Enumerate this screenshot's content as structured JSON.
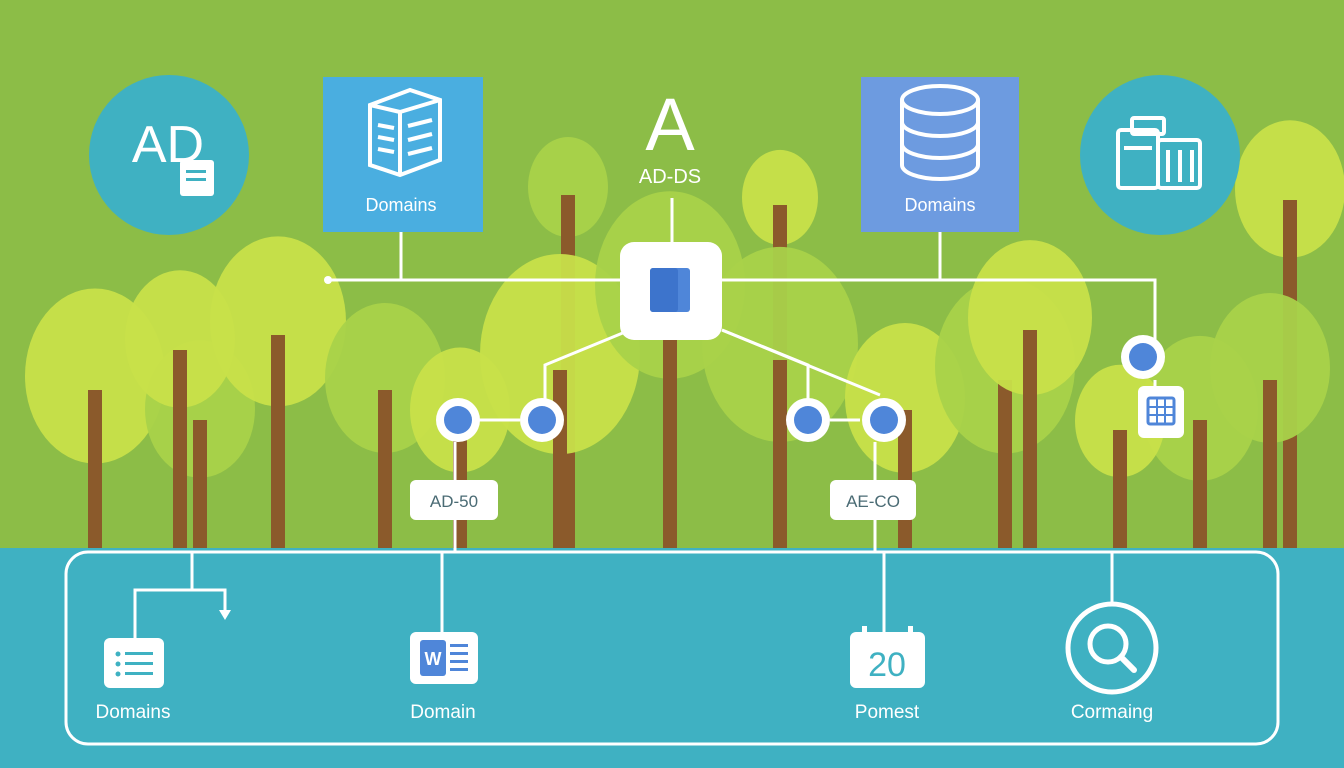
{
  "colors": {
    "background": "#8cbd47",
    "panel": "#3fb1c2",
    "node_blue": "#4f86d9",
    "card_left": "#4aaee0",
    "card_right": "#6d9be0",
    "trunk": "#8b5a2b",
    "leaf_light": "#c8e04a",
    "leaf_mid": "#a9d24a"
  },
  "header": {
    "ad_badge": "AD",
    "title_glyph": "A",
    "title_text": "AD-DS"
  },
  "cards": {
    "left_label": "Domains",
    "left_icon": "server-icon",
    "right_label": "Domains",
    "right_icon": "database-icon",
    "right_circle_icon": "building-icon",
    "hub_icon": "document-icon"
  },
  "tags": {
    "left": "AD-50",
    "right": "AE-CO"
  },
  "bottom": {
    "items": [
      {
        "label": "Domains",
        "icon": "list-icon"
      },
      {
        "label": "Domain",
        "icon": "word-document-icon"
      },
      {
        "label": "Pomest",
        "icon": "calendar-icon",
        "badge": "20"
      },
      {
        "label": "Cormaing",
        "icon": "search-icon"
      }
    ]
  }
}
